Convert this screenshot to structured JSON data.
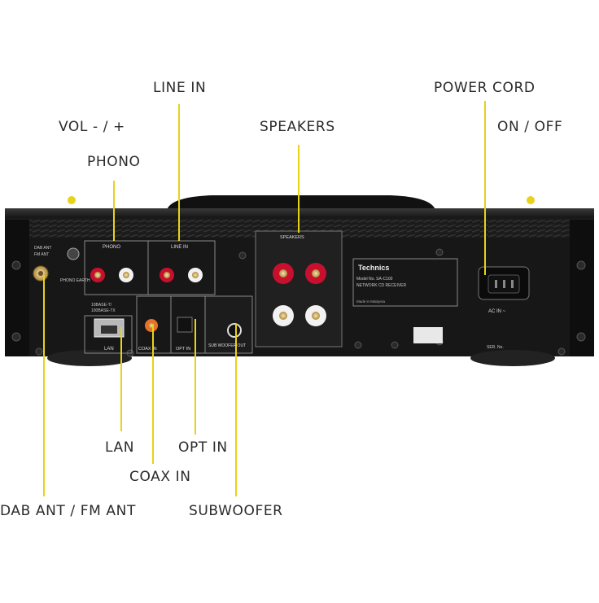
{
  "callouts": {
    "line_in": "LINE IN",
    "power_cord": "POWER CORD",
    "vol": "VOL - / +",
    "speakers": "SPEAKERS",
    "on_off": "ON / OFF",
    "phono": "PHONO",
    "lan": "LAN",
    "opt_in": "OPT IN",
    "coax_in": "COAX IN",
    "dab_fm": "DAB ANT / FM ANT",
    "subwoofer": "SUBWOOFER"
  },
  "panel": {
    "dab_ant": "DAB ANT",
    "fm_ant": "FM ANT",
    "phono": "PHONO",
    "phono_earth": "PHONO EARTH",
    "line_in": "LINE IN",
    "speakers": "SPEAKERS",
    "lan_spec_1": "10BASE-T/",
    "lan_spec_2": "100BASE-TX",
    "lan": "LAN",
    "coax_in": "COAX IN",
    "opt_in": "OPT IN",
    "sub_woofer": "SUB WOOFER OUT",
    "brand": "Technics",
    "model": "Model No. SA-C100",
    "network": "NETWORK CD RECEIVER",
    "ac_in": "AC IN ~",
    "ser_no": "SER. No.",
    "made_in": "Made in Malaysia"
  },
  "colors": {
    "callout_line": "#e8d21a",
    "chassis": "#141414",
    "red_jack": "#c8102e",
    "white_jack": "#f2f2f2"
  }
}
